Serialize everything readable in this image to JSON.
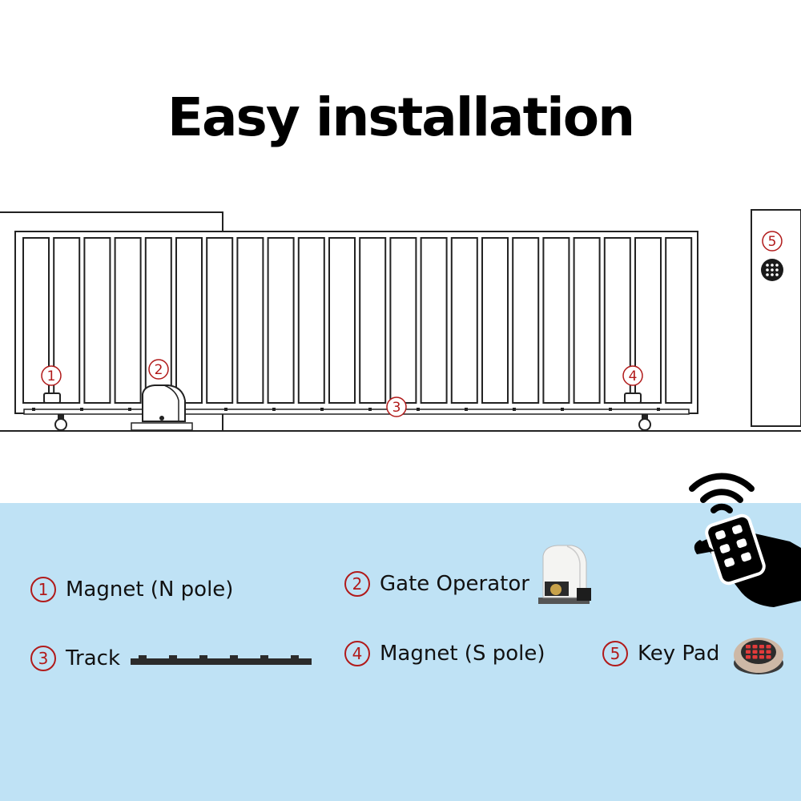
{
  "title": "Easy installation",
  "callouts": [
    "1",
    "2",
    "3",
    "4",
    "5"
  ],
  "legend": [
    {
      "num": "1",
      "label": "Magnet (N pole)"
    },
    {
      "num": "2",
      "label": "Gate Operator"
    },
    {
      "num": "3",
      "label": "Track"
    },
    {
      "num": "4",
      "label": "Magnet (S pole)"
    },
    {
      "num": "5",
      "label": "Key Pad"
    }
  ],
  "colors": {
    "accent_red": "#b11a1a",
    "panel_blue": "#bfe2f5",
    "line": "#222222"
  },
  "icons": [
    "wifi-remote-hand-icon",
    "gate-operator-icon",
    "track-rail-icon",
    "keypad-device-icon",
    "keypad-panel-icon"
  ]
}
